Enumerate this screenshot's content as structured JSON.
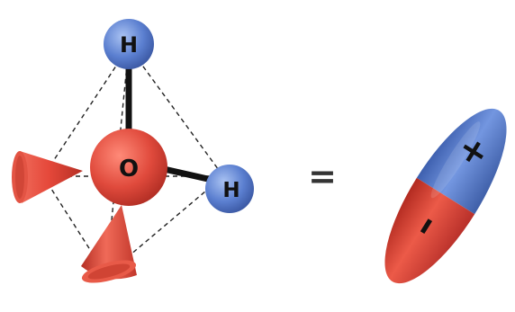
{
  "diagram": {
    "molecule": {
      "atoms": [
        {
          "id": "O",
          "label": "O",
          "color": "#e04a3c"
        },
        {
          "id": "H1",
          "label": "H",
          "color": "#5b7fd0"
        },
        {
          "id": "H2",
          "label": "H",
          "color": "#5b7fd0"
        }
      ],
      "bond_color": "#111111",
      "lone_pair_color": "#e5483a",
      "tetrahedron_line_style": "dashed"
    },
    "equals_sign": "=",
    "dipole": {
      "positive_label": "+",
      "negative_label": "–",
      "positive_color": "#5b7fd0",
      "negative_color": "#e04a3c"
    }
  }
}
